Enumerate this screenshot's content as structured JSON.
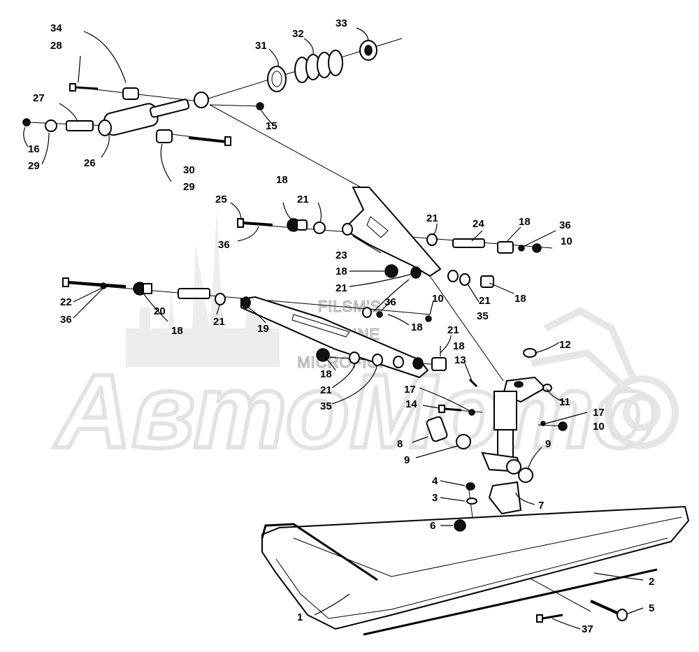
{
  "diagram": {
    "watermark": {
      "brand": "АвтоМото",
      "lines": [
        "FILSM'S",
        "ONLINE",
        "MICROFICHE"
      ]
    },
    "callouts": [
      {
        "id": "c34",
        "text": "34"
      },
      {
        "id": "c28",
        "text": "28"
      },
      {
        "id": "c31",
        "text": "31"
      },
      {
        "id": "c32",
        "text": "32"
      },
      {
        "id": "c33",
        "text": "33"
      },
      {
        "id": "c27",
        "text": "27"
      },
      {
        "id": "c15",
        "text": "15"
      },
      {
        "id": "c16",
        "text": "16"
      },
      {
        "id": "c29a",
        "text": "29"
      },
      {
        "id": "c26",
        "text": "26"
      },
      {
        "id": "c30",
        "text": "30"
      },
      {
        "id": "c29b",
        "text": "29"
      },
      {
        "id": "c25",
        "text": "25"
      },
      {
        "id": "c18a",
        "text": "18"
      },
      {
        "id": "c21a",
        "text": "21"
      },
      {
        "id": "c36a",
        "text": "36"
      },
      {
        "id": "c21b",
        "text": "21"
      },
      {
        "id": "c24",
        "text": "24"
      },
      {
        "id": "c18b",
        "text": "18"
      },
      {
        "id": "c36b",
        "text": "36"
      },
      {
        "id": "c10a",
        "text": "10"
      },
      {
        "id": "c23",
        "text": "23"
      },
      {
        "id": "c18c",
        "text": "18"
      },
      {
        "id": "c21c",
        "text": "21"
      },
      {
        "id": "c21d",
        "text": "21"
      },
      {
        "id": "c18d",
        "text": "18"
      },
      {
        "id": "c35a",
        "text": "35"
      },
      {
        "id": "c22",
        "text": "22"
      },
      {
        "id": "c36c",
        "text": "36"
      },
      {
        "id": "c20",
        "text": "20"
      },
      {
        "id": "c18e",
        "text": "18"
      },
      {
        "id": "c21e",
        "text": "21"
      },
      {
        "id": "c19",
        "text": "19"
      },
      {
        "id": "c36d",
        "text": "36"
      },
      {
        "id": "c10b",
        "text": "10"
      },
      {
        "id": "c18f",
        "text": "18"
      },
      {
        "id": "c21f",
        "text": "21"
      },
      {
        "id": "c18g",
        "text": "18"
      },
      {
        "id": "c12",
        "text": "12"
      },
      {
        "id": "c13",
        "text": "13"
      },
      {
        "id": "c18h",
        "text": "18"
      },
      {
        "id": "c21g",
        "text": "21"
      },
      {
        "id": "c35b",
        "text": "35"
      },
      {
        "id": "c17a",
        "text": "17"
      },
      {
        "id": "c11",
        "text": "11"
      },
      {
        "id": "c14",
        "text": "14"
      },
      {
        "id": "c17b",
        "text": "17"
      },
      {
        "id": "c10c",
        "text": "10"
      },
      {
        "id": "c8",
        "text": "8"
      },
      {
        "id": "c9a",
        "text": "9"
      },
      {
        "id": "c9b",
        "text": "9"
      },
      {
        "id": "c4",
        "text": "4"
      },
      {
        "id": "c3",
        "text": "3"
      },
      {
        "id": "c7",
        "text": "7"
      },
      {
        "id": "c6",
        "text": "6"
      },
      {
        "id": "c2",
        "text": "2"
      },
      {
        "id": "c5",
        "text": "5"
      },
      {
        "id": "c1",
        "text": "1"
      },
      {
        "id": "c37",
        "text": "37"
      }
    ]
  }
}
